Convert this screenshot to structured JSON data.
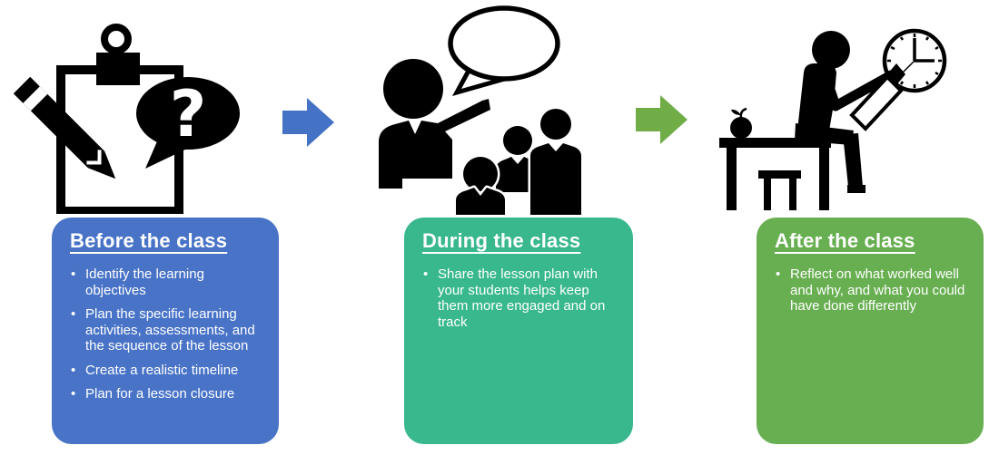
{
  "stages": [
    {
      "title": "Before the class",
      "bullets": [
        "Identify the learning objectives",
        "Plan the specific learning activities, assessments, and the sequence of the lesson",
        "Create a realistic timeline",
        "Plan for a lesson closure"
      ],
      "card_color": "#4873C7",
      "icon": "clipboard-pencil-question",
      "icon_bubble_text": "?"
    },
    {
      "title": "During the class",
      "bullets": [
        "Share the lesson plan with your students helps keep them more engaged and on track"
      ],
      "card_color": "#38B88C",
      "icon": "teacher-speaking-to-students"
    },
    {
      "title": "After the class",
      "bullets": [
        "Reflect on what worked well and why, and what you could have done differently"
      ],
      "card_color": "#68AF51",
      "icon": "person-reading-at-desk-with-clock",
      "clock_time": "3:00"
    }
  ],
  "arrows": [
    {
      "direction": "right",
      "color": "#4472C4"
    },
    {
      "direction": "right",
      "color": "#70AD47"
    }
  ],
  "icon_color": "#000000",
  "text_color": "#FFFFFF"
}
